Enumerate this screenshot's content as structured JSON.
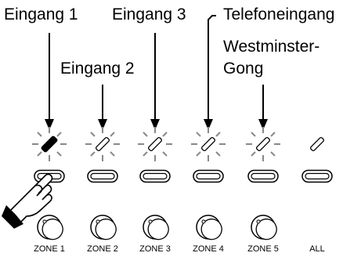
{
  "callouts": {
    "entrance1": "Eingang 1",
    "entrance2": "Eingang 2",
    "entrance3": "Eingang 3",
    "phone": "Telefoneingang",
    "westminster_line1": "Westminster-",
    "westminster_line2": "Gong"
  },
  "zones": [
    {
      "label": "ZONE 1",
      "active": true,
      "pressed": true
    },
    {
      "label": "ZONE 2",
      "active": false,
      "pressed": false
    },
    {
      "label": "ZONE 3",
      "active": false,
      "pressed": false
    },
    {
      "label": "ZONE 4",
      "active": false,
      "pressed": false
    },
    {
      "label": "ZONE 5",
      "active": false,
      "pressed": false
    },
    {
      "label": "ALL",
      "active": false,
      "pressed": false
    }
  ],
  "icons": {
    "indicator": "indicator-lamp-icon",
    "button": "select-button-icon",
    "knob": "volume-knob-icon",
    "hand": "pressing-hand-icon"
  }
}
